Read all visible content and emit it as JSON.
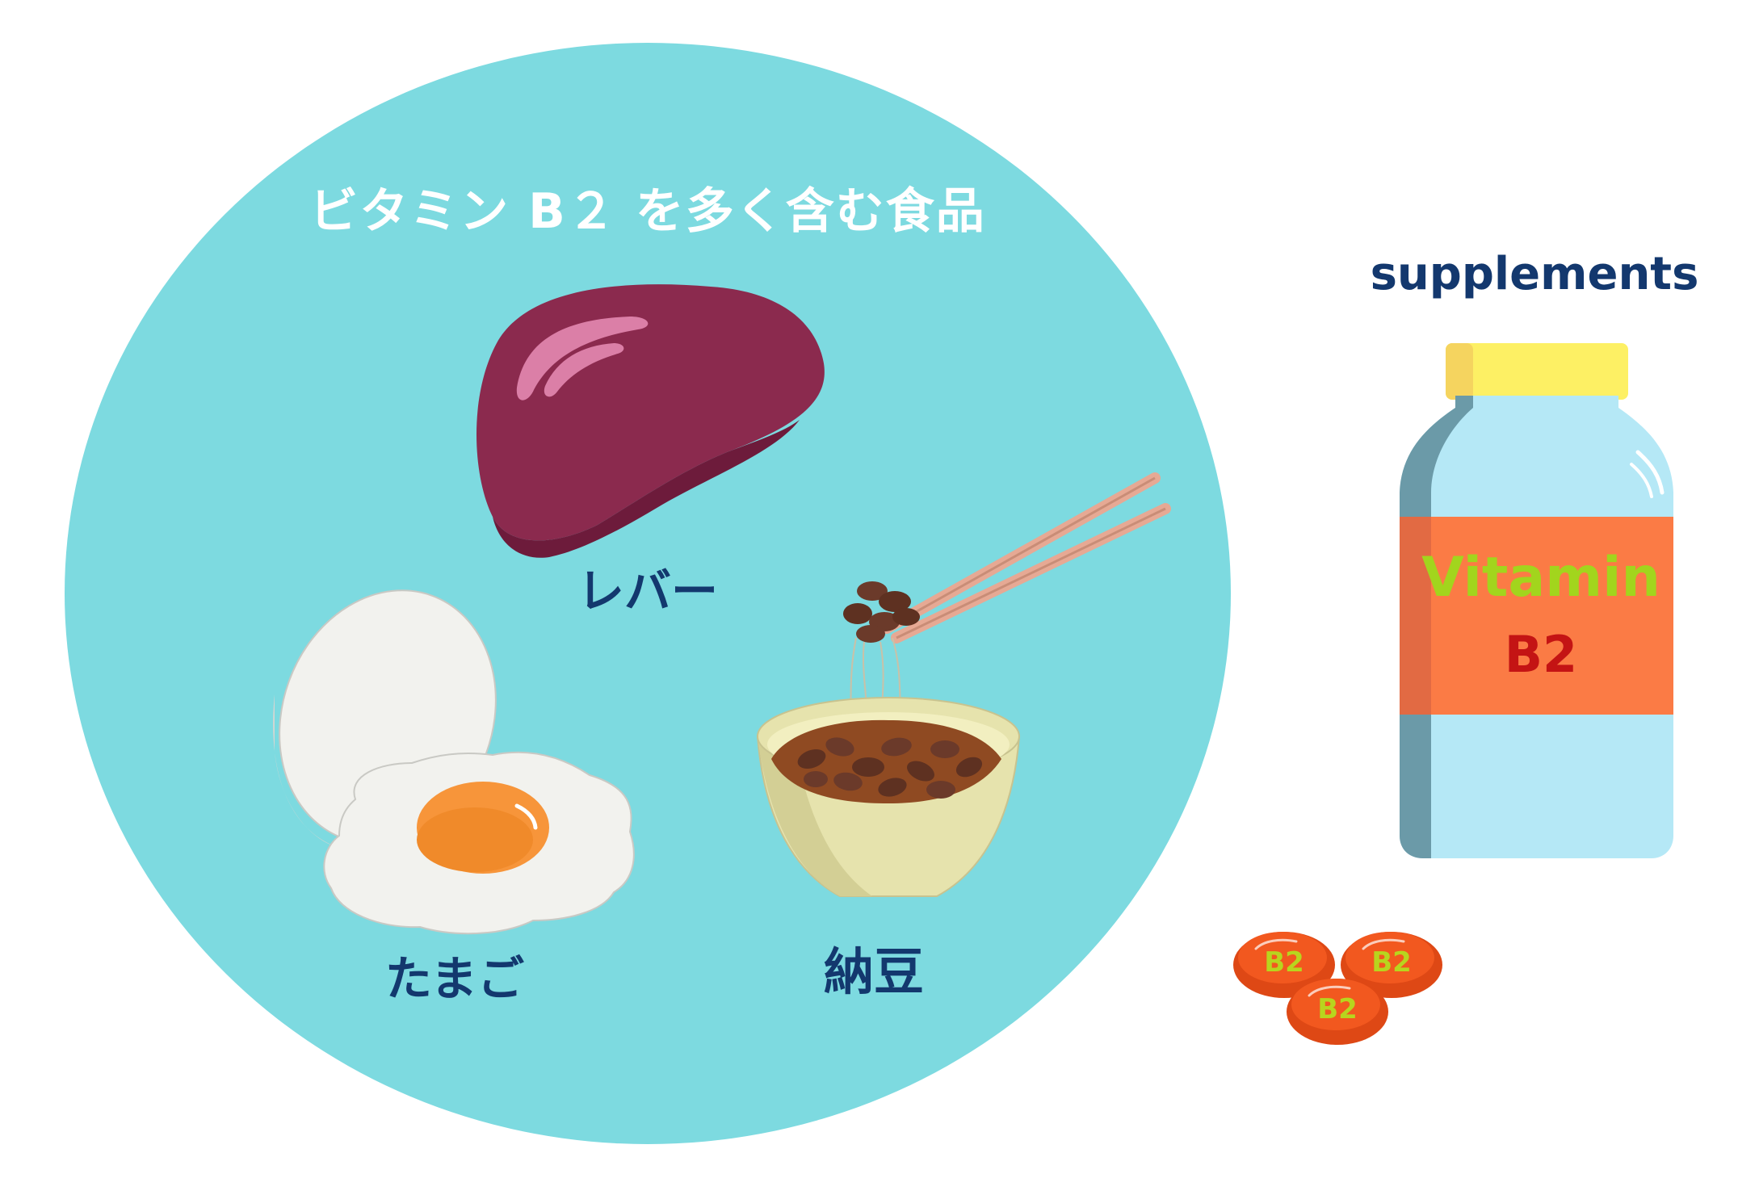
{
  "colors": {
    "circle": "#7ddae0",
    "title_text": "#ffffff",
    "label_text": "#13386e",
    "liver": "#8b2a4e",
    "liver_shadow": "#6d1b3b",
    "liver_highlight": "#db7fa7",
    "bottle_body": "#b5e8f6",
    "bottle_shadow": "#6b9aa8",
    "bottle_cap": "#fdf064",
    "label_band": "#fb7b45",
    "vitamin_text": "#a2d51d",
    "b2_text": "#c41414",
    "capsule": "#f2581f",
    "capsule_text": "#b8d51e"
  },
  "main_circle": {
    "title": "ビタミン B２ を多く含む食品",
    "foods": [
      {
        "label": "レバー",
        "icon": "liver-icon"
      },
      {
        "label": "たまご",
        "icon": "egg-icon"
      },
      {
        "label": "納豆",
        "icon": "natto-icon"
      }
    ]
  },
  "supplements": {
    "heading": "supplements",
    "bottle": {
      "label_line1": "Vitamin",
      "label_line2": "B2",
      "icon": "supplement-bottle-icon"
    },
    "capsules": [
      {
        "text": "B2"
      },
      {
        "text": "B2"
      },
      {
        "text": "B2"
      }
    ]
  }
}
